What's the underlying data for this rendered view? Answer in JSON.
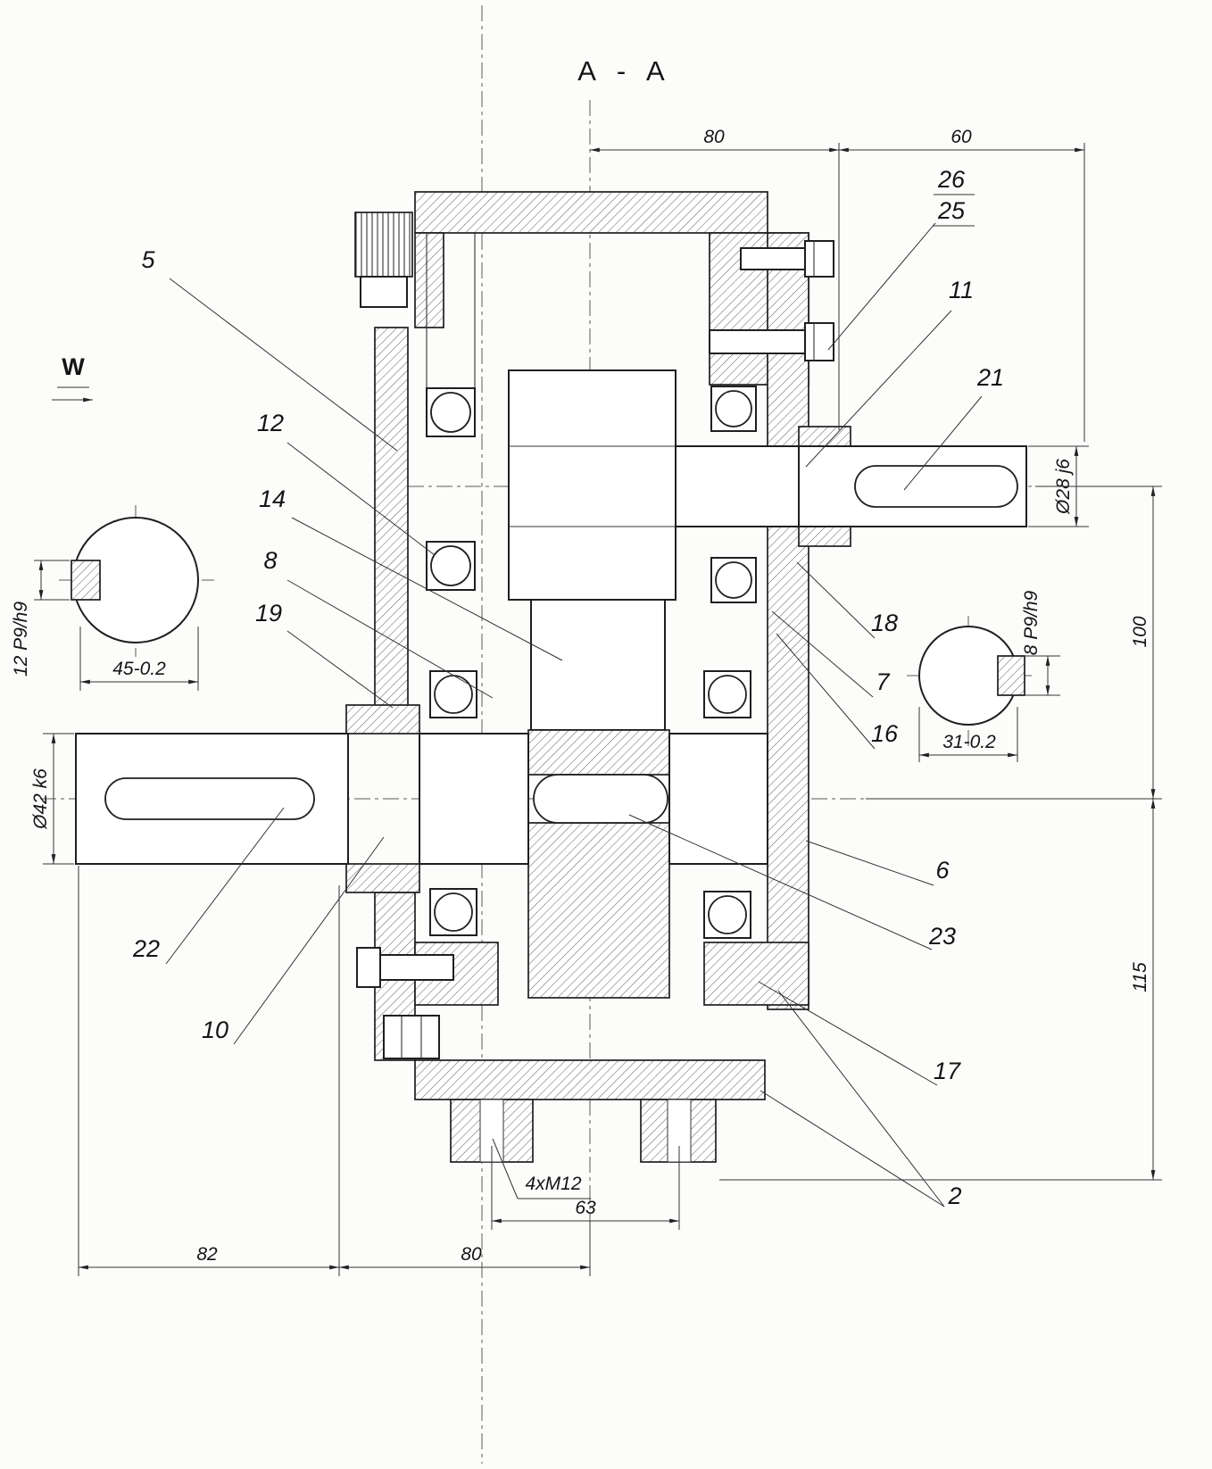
{
  "drawing": {
    "section_title": "A - A",
    "view_marker": "W"
  },
  "callouts": {
    "n2": "2",
    "n5": "5",
    "n6": "6",
    "n7": "7",
    "n8": "8",
    "n10": "10",
    "n11": "11",
    "n12": "12",
    "n14": "14",
    "n16": "16",
    "n17": "17",
    "n18": "18",
    "n19": "19",
    "n21": "21",
    "n22": "22",
    "n23": "23",
    "n25": "25",
    "n26": "26"
  },
  "dimensions": {
    "top_span_left": "80",
    "top_span_right": "60",
    "output_shaft_dia": "Ø28 j6",
    "center_distance": "100",
    "axis_height": "115",
    "input_shaft_dia": "Ø42 k6",
    "foot_thread": "4xM12",
    "foot_span": "63",
    "base_span_left": "82",
    "base_span_mid": "80",
    "input_key_width": "12 P9/h9",
    "input_key_across": "45-0.2",
    "output_key_width": "8 P9/h9",
    "output_key_across": "31-0.2"
  }
}
